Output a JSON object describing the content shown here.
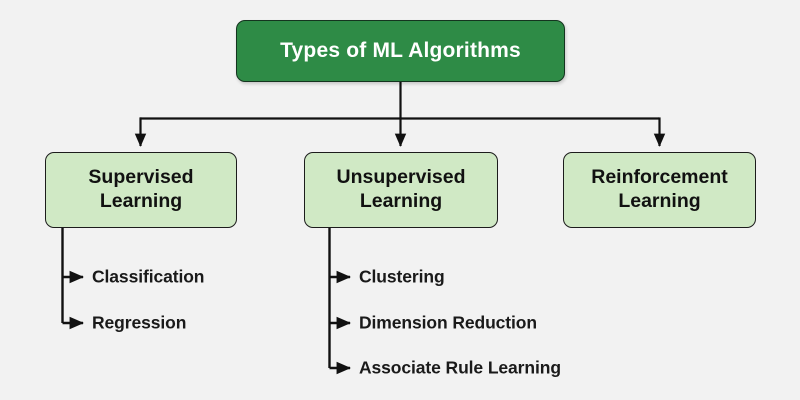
{
  "diagram": {
    "title": "Types of ML Algorithms",
    "background_color": "#f2f2f2",
    "root": {
      "label": "Types of ML Algorithms",
      "fill_color": "#2e8b46",
      "text_color": "#ffffff"
    },
    "branch_fill_color": "#d0e9c5",
    "branch_text_color": "#111111",
    "connector_color": "#111111",
    "branches": [
      {
        "id": "supervised",
        "line1": "Supervised",
        "line2": "Learning",
        "children": [
          {
            "id": "classification",
            "label": "Classification"
          },
          {
            "id": "regression",
            "label": "Regression"
          }
        ]
      },
      {
        "id": "unsupervised",
        "line1": "Unsupervised",
        "line2": "Learning",
        "children": [
          {
            "id": "clustering",
            "label": "Clustering"
          },
          {
            "id": "dimension-reduction",
            "label": "Dimension Reduction"
          },
          {
            "id": "associate-rule-learning",
            "label": "Associate Rule Learning"
          }
        ]
      },
      {
        "id": "reinforcement",
        "line1": "Reinforcement",
        "line2": "Learning",
        "children": []
      }
    ]
  }
}
